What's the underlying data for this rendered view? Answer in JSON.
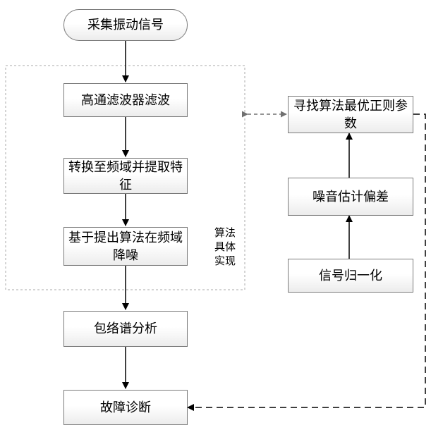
{
  "diagram": {
    "nodes": {
      "start": "采集振动信号",
      "highpass": "高通滤波器滤波",
      "freq_convert": "转换至频域并提取特征",
      "denoise": "基于提出算法在频域降噪",
      "envelope": "包络谱分析",
      "diagnosis": "故障诊断",
      "optimal_param": "寻找算法最优正则参数",
      "noise_estimate": "噪音估计偏差",
      "normalize": "信号归一化"
    },
    "group_label": {
      "line1": "算法",
      "line2": "具体",
      "line3": "实现"
    }
  }
}
